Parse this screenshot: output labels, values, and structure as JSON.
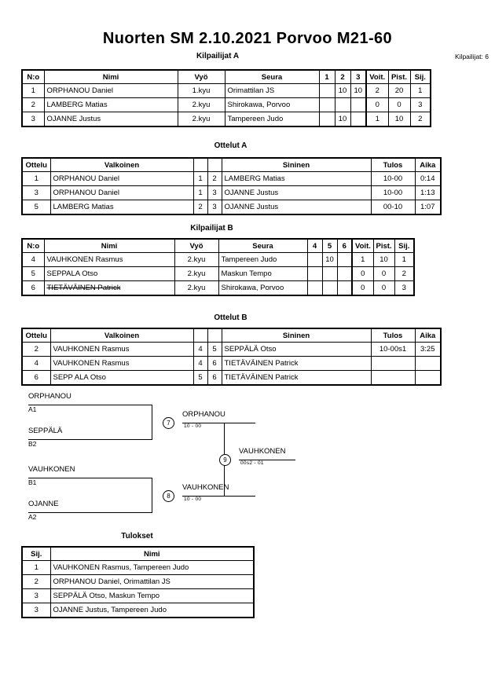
{
  "document": {
    "title": "Nuorten SM  2.10.2021  Porvoo   M21-60",
    "entrants_label": "Kilpailijat: 6"
  },
  "pool_a": {
    "caption": "Kilpailijat A",
    "headers": [
      "N:o",
      "Nimi",
      "Vyö",
      "Seura",
      "1",
      "2",
      "3",
      "Voit.",
      "Pist.",
      "Sij."
    ],
    "rows": [
      {
        "no": "1",
        "name": "ORPHANOU Daniel",
        "belt": "1.kyu",
        "club": "Orimattilan JS",
        "m1": "",
        "m2": "10",
        "m3": "10",
        "wins": "2",
        "points": "20",
        "rank": "1",
        "withdrawn": false
      },
      {
        "no": "2",
        "name": "LAMBERG Matias",
        "belt": "2.kyu",
        "club": "Shirokawa, Porvoo",
        "m1": "",
        "m2": "",
        "m3": "",
        "wins": "0",
        "points": "0",
        "rank": "3",
        "withdrawn": false
      },
      {
        "no": "3",
        "name": "OJANNE Justus",
        "belt": "2.kyu",
        "club": "Tampereen Judo",
        "m1": "",
        "m2": "10",
        "m3": "",
        "wins": "1",
        "points": "10",
        "rank": "2",
        "withdrawn": false
      }
    ]
  },
  "matches_a": {
    "caption": "Ottelut A",
    "headers": [
      "Ottelu",
      "Valkoinen",
      "",
      "",
      "Sininen",
      "Tulos",
      "Aika"
    ],
    "rows": [
      {
        "no": "1",
        "white": "ORPHANOU Daniel",
        "wn": "1",
        "bn": "2",
        "blue": "LAMBERG Matias",
        "result": "10-00",
        "time": "0:14"
      },
      {
        "no": "3",
        "white": "ORPHANOU Daniel",
        "wn": "1",
        "bn": "3",
        "blue": "OJANNE Justus",
        "result": "10-00",
        "time": "1:13"
      },
      {
        "no": "5",
        "white": "LAMBERG Matias",
        "wn": "2",
        "bn": "3",
        "blue": "OJANNE Justus",
        "result": "00-10",
        "time": "1:07"
      }
    ]
  },
  "pool_b": {
    "caption": "Kilpailijat B",
    "headers": [
      "N:o",
      "Nimi",
      "Vyö",
      "Seura",
      "4",
      "5",
      "6",
      "Voit.",
      "Pist.",
      "Sij."
    ],
    "rows": [
      {
        "no": "4",
        "name": "VAUHKONEN Rasmus",
        "belt": "2.kyu",
        "club": "Tampereen Judo",
        "m1": "",
        "m2": "10",
        "m3": "",
        "wins": "1",
        "points": "10",
        "rank": "1",
        "withdrawn": false
      },
      {
        "no": "5",
        "name": "SEPPALA Otso",
        "belt": "2.kyu",
        "club": "Maskun Tempo",
        "m1": "",
        "m2": "",
        "m3": "",
        "wins": "0",
        "points": "0",
        "rank": "2",
        "withdrawn": false
      },
      {
        "no": "6",
        "name": "TIETÄVÄINEN Patrick",
        "belt": "2.kyu",
        "club": "Shirokawa, Porvoo",
        "m1": "",
        "m2": "",
        "m3": "",
        "wins": "0",
        "points": "0",
        "rank": "3",
        "withdrawn": true
      }
    ]
  },
  "matches_b": {
    "caption": "Ottelut B",
    "headers": [
      "Ottelu",
      "Valkoinen",
      "",
      "",
      "Sininen",
      "Tulos",
      "Aika"
    ],
    "rows": [
      {
        "no": "2",
        "white": "VAUHKONEN Rasmus",
        "wn": "4",
        "bn": "5",
        "blue": "SEPPÄLÄ Otso",
        "result": "10-00s1",
        "time": "3:25"
      },
      {
        "no": "4",
        "white": "VAUHKONEN Rasmus",
        "wn": "4",
        "bn": "6",
        "blue": "TIETÄVÄINEN Patrick",
        "result": "",
        "time": ""
      },
      {
        "no": "6",
        "white": "SEPP ALA Otso",
        "wn": "5",
        "bn": "6",
        "blue": "TIETÄVÄINEN Patrick",
        "result": "",
        "time": ""
      }
    ]
  },
  "bracket": {
    "entries": [
      {
        "name": "ORPHANOU",
        "seed": "A1"
      },
      {
        "name": "SEPPÄLÄ",
        "seed": "B2"
      },
      {
        "name": "VAUHKONEN",
        "seed": "B1"
      },
      {
        "name": "OJANNE",
        "seed": "A2"
      }
    ],
    "semifinal_top": {
      "number": "7",
      "winner": "ORPHANOU",
      "score": "10 - 00"
    },
    "semifinal_bottom": {
      "number": "8",
      "winner": "VAUHKONEN",
      "score": "10 - 00"
    },
    "final": {
      "number": "9",
      "winner": "VAUHKONEN",
      "score": "00s2 - 01"
    }
  },
  "results": {
    "caption": "Tulokset",
    "headers": [
      "Sij.",
      "Nimi"
    ],
    "rows": [
      {
        "rank": "1",
        "name": "VAUHKONEN Rasmus, Tampereen Judo"
      },
      {
        "rank": "2",
        "name": "ORPHANOU Daniel, Orimattilan JS"
      },
      {
        "rank": "3",
        "name": "SEPPÄLÄ Otso, Maskun Tempo"
      },
      {
        "rank": "3",
        "name": "OJANNE Justus, Tampereen Judo"
      }
    ]
  }
}
